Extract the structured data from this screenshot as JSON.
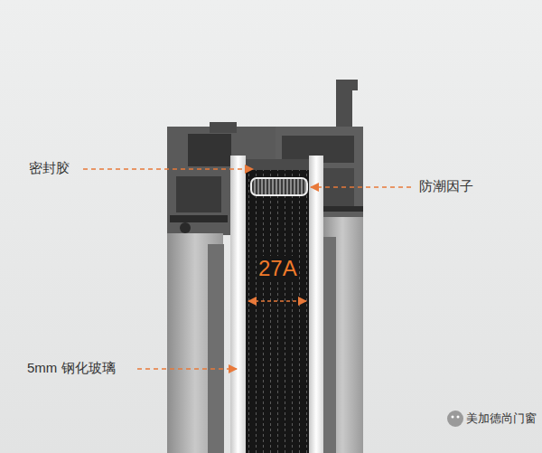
{
  "diagram": {
    "labels": [
      "密封胶",
      "防潮因子",
      "27A",
      "5mm 钢化玻璃",
      "美加德尚门窗"
    ]
  }
}
